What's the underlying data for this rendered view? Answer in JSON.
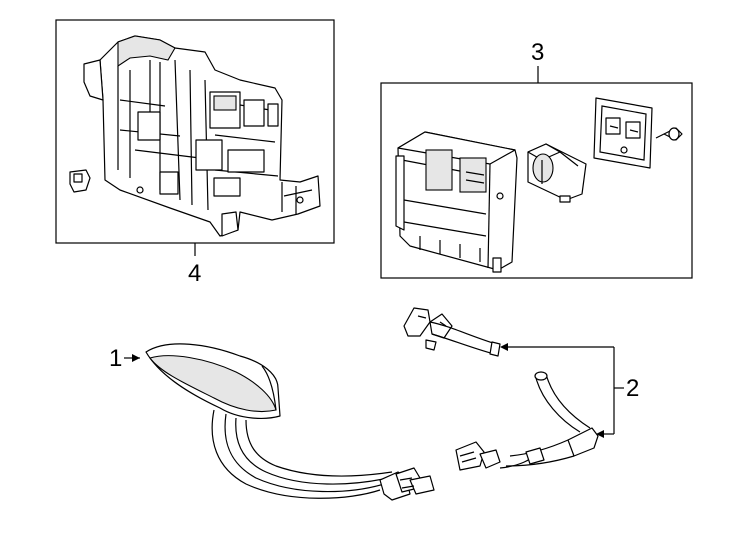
{
  "callouts": {
    "c1": "1",
    "c2": "2",
    "c3": "3",
    "c4": "4"
  },
  "colors": {
    "line": "#000000",
    "background": "#ffffff",
    "shading": "#e6e6e6"
  }
}
